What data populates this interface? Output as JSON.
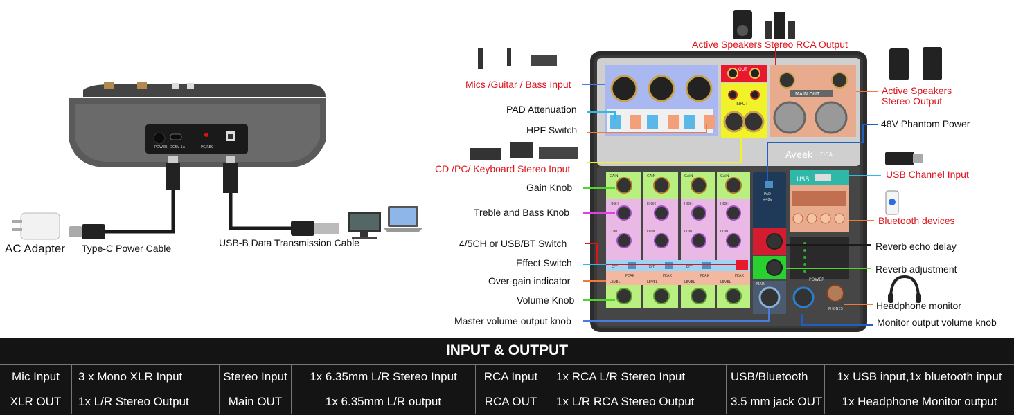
{
  "left_panel": {
    "ac_adapter": "AC Adapter",
    "typec_cable": "Type-C Power Cable",
    "usbb_cable": "USB-B Data Transmission Cable",
    "panel_texts": {
      "power": "POWER",
      "dc": "DC5V 1A",
      "pc": "PC/REC"
    }
  },
  "callouts": {
    "active_rca": "Active Speakers Stereo RCA Output",
    "mics": "Mics /Guitar / Bass Input",
    "pad": "PAD Attenuation",
    "hpf": "HPF Switch",
    "cd": "CD /PC/ Keyboard Stereo Input",
    "gain": "Gain Knob",
    "treble": "Treble and Bass Knob",
    "ch_switch": "4/5CH or USB/BT Switch",
    "effect": "Effect Switch",
    "overgain": "Over-gain indicator",
    "volume": "Volume Knob",
    "master": "Master volume output knob",
    "active_stereo_1": "Active Speakers",
    "active_stereo_2": "Stereo Output",
    "phantom": "48V Phantom Power",
    "usb_in": "USB Channel Input",
    "bluetooth": "Bluetooth devices",
    "reverb_delay": "Reverb echo delay",
    "reverb_adj": "Reverb adjustment",
    "headphone": "Headphone monitor",
    "monitor_vol": "Monitor output volume knob"
  },
  "mixer": {
    "brand": "Aveek",
    "model": "F-5A",
    "main_out": "MAIN OUT",
    "out": "OUT",
    "input": "INPUT",
    "usb": "USB",
    "power": "POWER",
    "phones": "PHONES",
    "pad": "PAD",
    "phantom": "+48V",
    "effect_short": "EFF",
    "peak": "PEAK",
    "level": "LEVEL",
    "gain": "GAIN",
    "high": "HIGH",
    "low": "LOW",
    "main": "MAIN"
  },
  "table": {
    "title": "INPUT & OUTPUT",
    "rows": [
      [
        "Mic Input",
        "3 x Mono XLR Input",
        "Stereo Input",
        "1x 6.35mm L/R Stereo Input",
        "RCA Input",
        "1x RCA L/R Stereo Input",
        "USB/Bluetooth",
        "1x USB input,1x bluetooth input"
      ],
      [
        "XLR OUT",
        "1x L/R Stereo Output",
        "Main OUT",
        "1x 6.35mm L/R output",
        "RCA OUT",
        "1x L/R RCA Stereo Output",
        "3.5 mm jack OUT",
        "1x Headphone Monitor output"
      ]
    ]
  },
  "colors": {
    "mic_blue": "#a9b8f0",
    "rca_red": "#e8192c",
    "stereo_yellow": "#f2f22a",
    "mainout_peach": "#e9ab8e",
    "gain_green": "#b8ef80",
    "eq_pink": "#e9b8e4",
    "effect_blue": "#9fd4f5",
    "level_salmon": "#f3b9a0",
    "callout_blue": "#4a7be0",
    "callout_orange": "#f07a3a",
    "callout_green": "#4fd428",
    "callout_magenta": "#e040e0",
    "callout_red": "#e0131b",
    "callout_cyan": "#32b8e8",
    "callout_navy": "#1f5fc0"
  }
}
